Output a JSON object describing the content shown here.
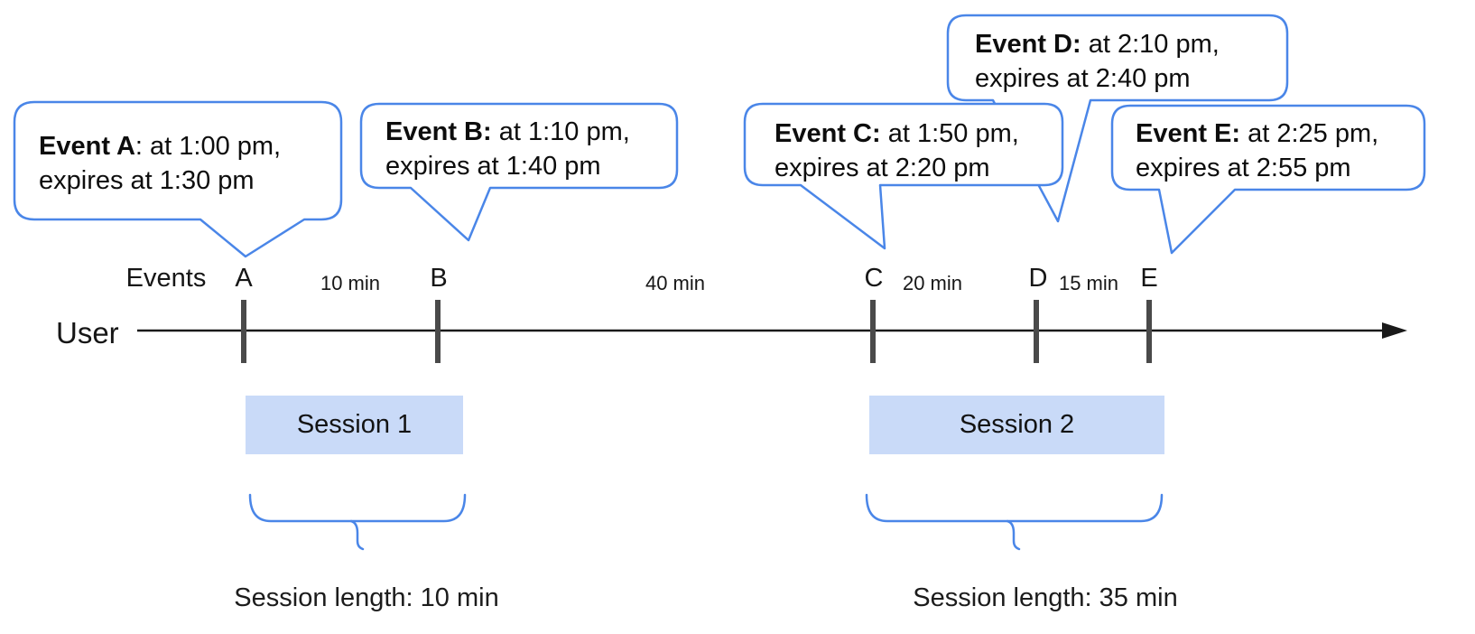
{
  "bubbles": [
    {
      "bold": "Event A",
      "rest": ": at 1:00 pm,",
      "line2": "expires at 1:30 pm"
    },
    {
      "bold": "Event B:",
      "rest": " at 1:10 pm,",
      "line2": "expires at 1:40 pm"
    },
    {
      "bold": "Event C:",
      "rest": " at 1:50 pm,",
      "line2": "expires at 2:20 pm"
    },
    {
      "bold": "Event D:",
      "rest": " at 2:10 pm,",
      "line2": "expires at 2:40 pm"
    },
    {
      "bold": "Event E:",
      "rest": " at 2:25 pm,",
      "line2": "expires at 2:55 pm"
    }
  ],
  "timeline": {
    "events_label": "Events",
    "user_label": "User",
    "tick_labels": [
      "A",
      "B",
      "C",
      "D",
      "E"
    ],
    "interval_labels": [
      "10 min",
      "40 min",
      "20 min",
      "15 min"
    ]
  },
  "sessions": [
    {
      "label": "Session 1",
      "length_label": "Session length: 10 min"
    },
    {
      "label": "Session 2",
      "length_label": "Session length: 35 min"
    }
  ],
  "colors": {
    "accent_blue": "#4a86e8",
    "session_fill": "#c9daf8",
    "tick_gray": "#4a4a4a",
    "line_black": "#1a1a1a"
  }
}
